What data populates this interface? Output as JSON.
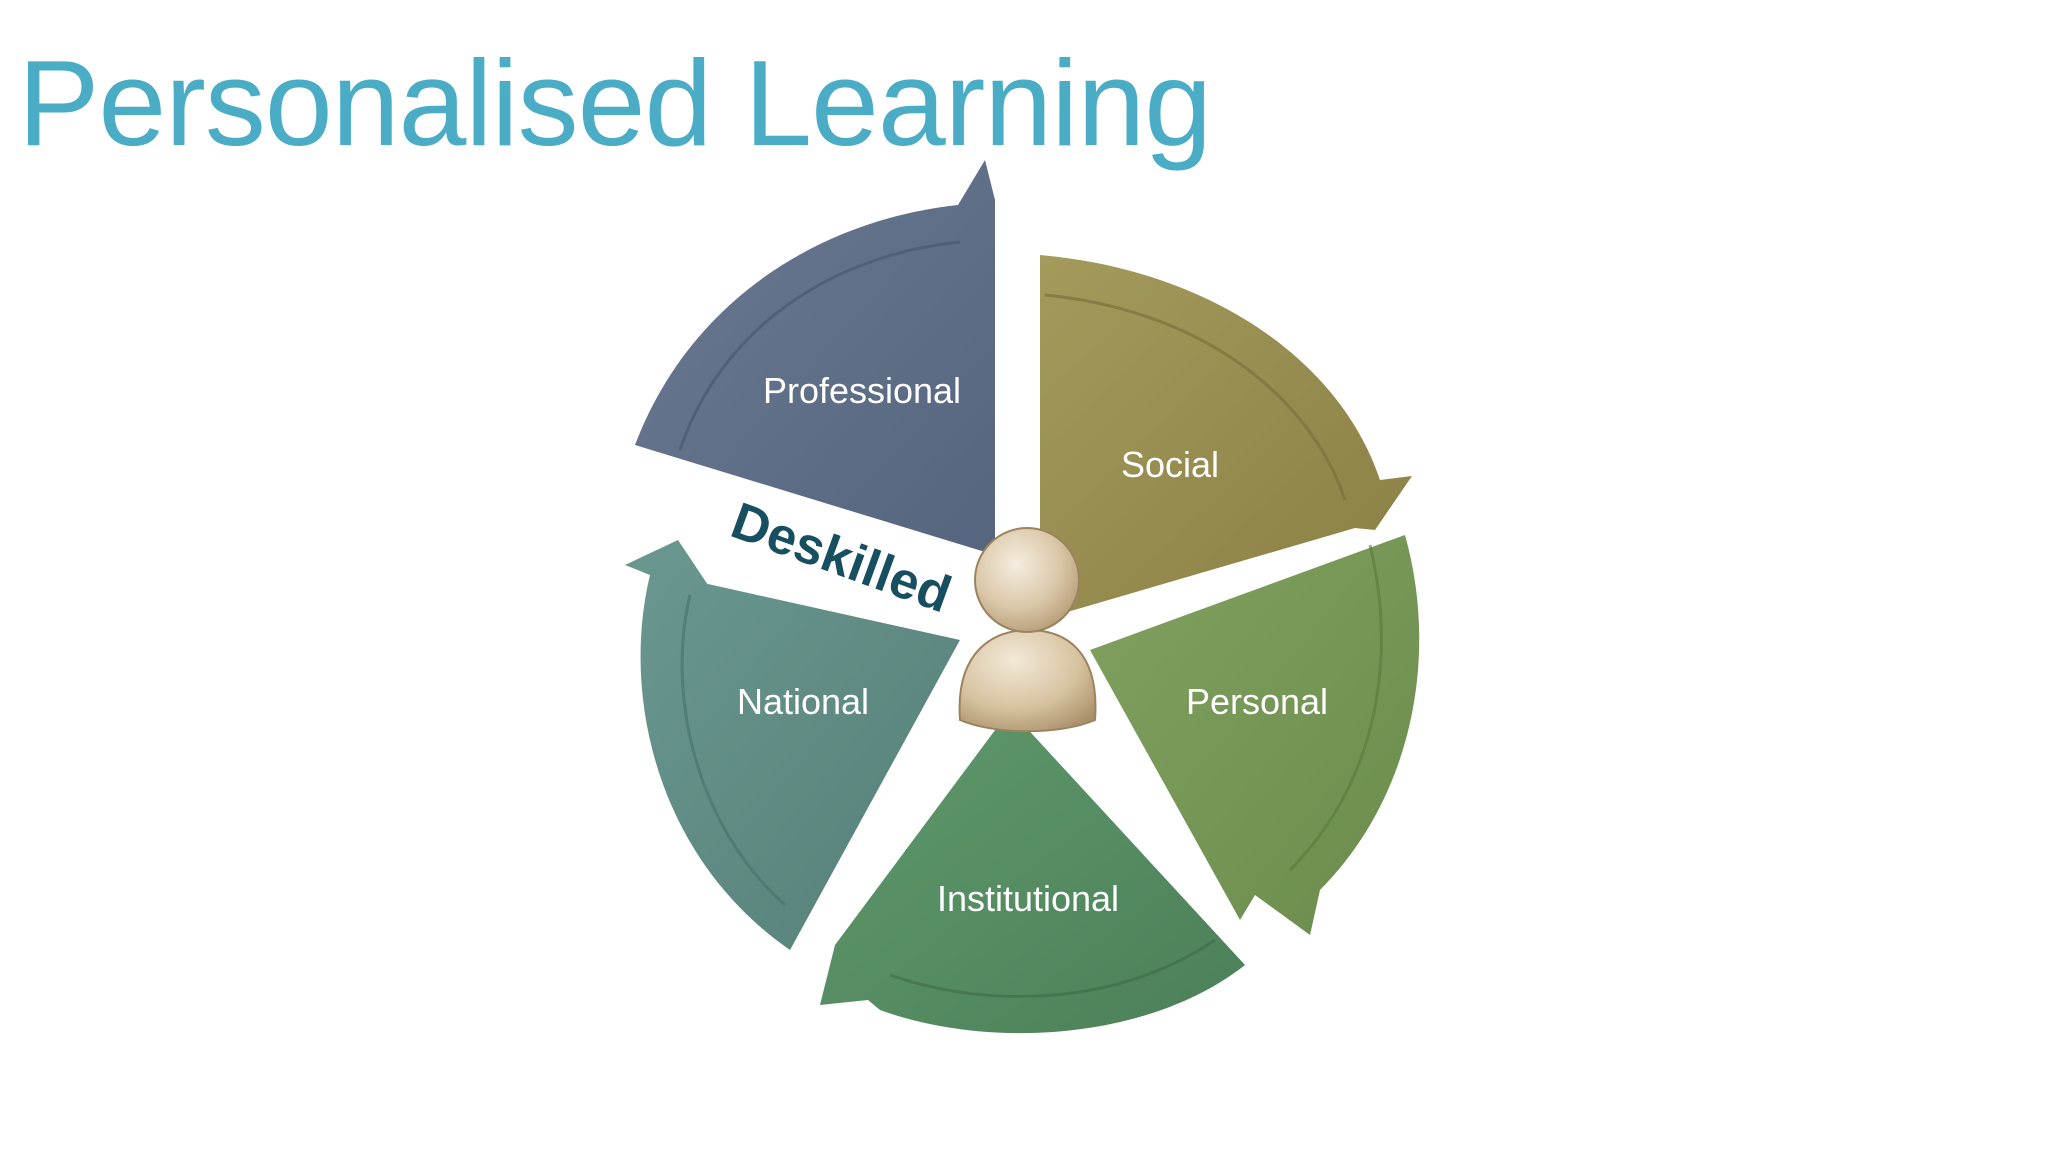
{
  "title": "Personalised Learning",
  "segments": [
    {
      "label": "Professional",
      "color": "#5b6b84"
    },
    {
      "label": "Social",
      "color": "#958a4c"
    },
    {
      "label": "Personal",
      "color": "#749554"
    },
    {
      "label": "Institutional",
      "color": "#568b63"
    },
    {
      "label": "National",
      "color": "#5e8d86"
    }
  ],
  "callout": {
    "label": "Deskilled",
    "color": "#174f60"
  },
  "center_icon": "person-icon"
}
